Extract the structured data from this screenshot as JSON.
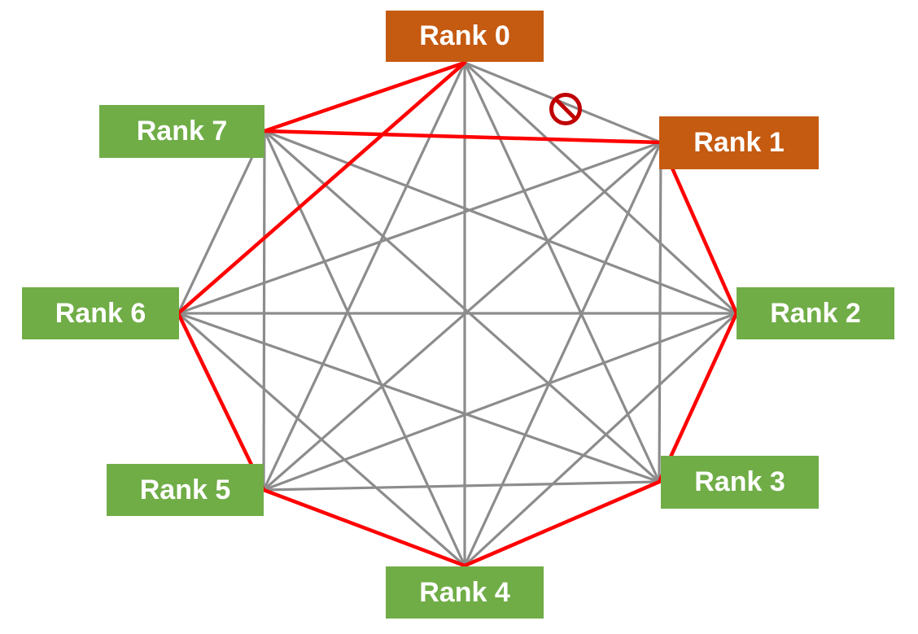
{
  "colors": {
    "blocked_rank": "#c55a11",
    "normal_rank": "#70ad47",
    "mesh_edge": "#8c8c8c",
    "ring_edge": "#ff0000",
    "blocked_icon": "#c00000"
  },
  "ranks": [
    {
      "id": 0,
      "label": "Rank 0",
      "status": "blocked"
    },
    {
      "id": 1,
      "label": "Rank 1",
      "status": "blocked"
    },
    {
      "id": 2,
      "label": "Rank 2",
      "status": "normal"
    },
    {
      "id": 3,
      "label": "Rank 3",
      "status": "normal"
    },
    {
      "id": 4,
      "label": "Rank 4",
      "status": "normal"
    },
    {
      "id": 5,
      "label": "Rank 5",
      "status": "normal"
    },
    {
      "id": 6,
      "label": "Rank 6",
      "status": "normal"
    },
    {
      "id": 7,
      "label": "Rank 7",
      "status": "normal"
    }
  ],
  "ring_path": [
    0,
    6,
    5,
    4,
    3,
    2,
    1,
    7,
    0
  ],
  "blocked_link": {
    "from": 0,
    "to": 1,
    "icon": "prohibited-icon"
  }
}
